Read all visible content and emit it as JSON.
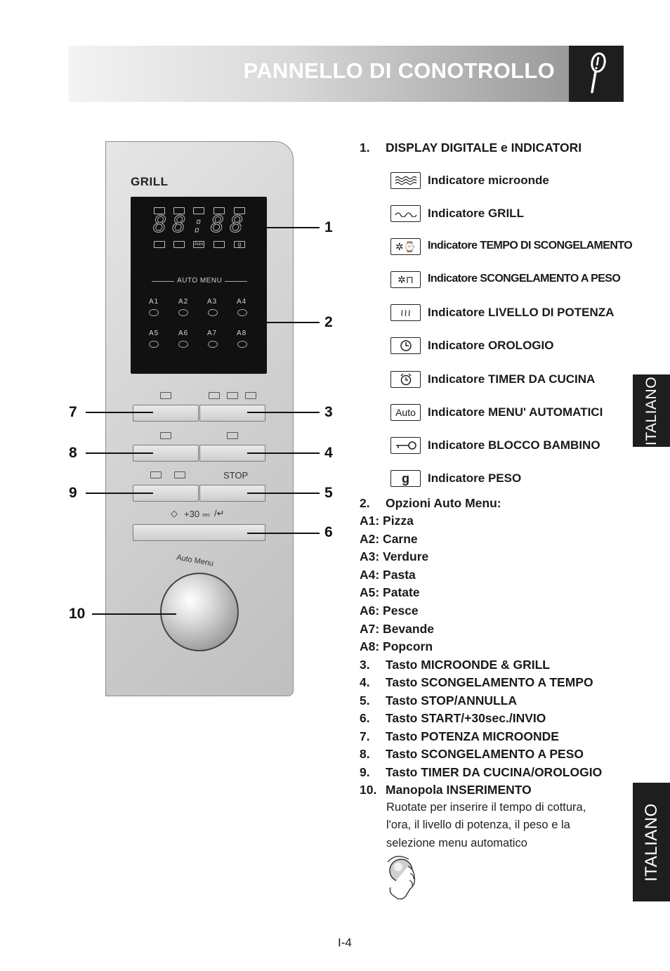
{
  "header": {
    "title": "PANNELLO DI CONOTROLLO"
  },
  "side_tabs": [
    "ITALIANO",
    "ITALIANO"
  ],
  "panel": {
    "label": "GRILL",
    "display_digits": "88:88",
    "auto_menu_label": "AUTO MENU",
    "auto_codes": [
      "A1",
      "A2",
      "A3",
      "A4",
      "A5",
      "A6",
      "A7",
      "A8"
    ],
    "stop_label": "STOP",
    "start_label": "+30",
    "start_sub": "sec",
    "knob_text": "Auto Menu",
    "top_indicator_icons": [
      "microwave-icon",
      "grill-icon",
      "defrost-time-icon",
      "defrost-weight-icon",
      "power-level-icon"
    ],
    "bottom_indicator_labels": [
      "",
      "",
      "Auto",
      "",
      "g"
    ]
  },
  "callouts": [
    "1",
    "2",
    "3",
    "4",
    "5",
    "6",
    "7",
    "8",
    "9",
    "10"
  ],
  "section1": {
    "num": "1.",
    "title": "DISPLAY DIGITALE e INDICATORI",
    "indicators": [
      {
        "icon": "microwave-icon",
        "box_text": "",
        "label": "Indicatore microonde"
      },
      {
        "icon": "grill-icon",
        "box_text": "",
        "label": "Indicatore GRILL"
      },
      {
        "icon": "defrost-time-icon",
        "box_text": "",
        "label": "Indicatore TEMPO DI SCONGELAMENTO"
      },
      {
        "icon": "defrost-weight-icon",
        "box_text": "",
        "label": "Indicatore SCONGELAMENTO A PESO"
      },
      {
        "icon": "power-level-icon",
        "box_text": "",
        "label": "Indicatore LIVELLO DI POTENZA"
      },
      {
        "icon": "clock-icon",
        "box_text": "",
        "label": "Indicatore OROLOGIO"
      },
      {
        "icon": "alarm-timer-icon",
        "box_text": "",
        "label": "Indicatore TIMER DA CUCINA"
      },
      {
        "icon": "auto-icon",
        "box_text": "Auto",
        "label": "Indicatore MENU' AUTOMATICI"
      },
      {
        "icon": "key-lock-icon",
        "box_text": "",
        "label": "Indicatore BLOCCO BAMBINO"
      },
      {
        "icon": "weight-icon",
        "box_text": "g",
        "label": "Indicatore PESO"
      }
    ]
  },
  "section2": {
    "num": "2.",
    "title": "Opzioni Auto Menu:",
    "items": [
      "A1: Pizza",
      "A2: Carne",
      "A3: Verdure",
      "A4: Pasta",
      "A5: Patate",
      "A6: Pesce",
      "A7: Bevande",
      "A8: Popcorn"
    ]
  },
  "keys": [
    {
      "num": "3.",
      "text": "Tasto MICROONDE & GRILL"
    },
    {
      "num": "4.",
      "text": "Tasto SCONGELAMENTO A TEMPO"
    },
    {
      "num": "5.",
      "text": "Tasto STOP/ANNULLA"
    },
    {
      "num": "6.",
      "text": "Tasto START/+30sec./INVIO"
    },
    {
      "num": "7.",
      "text": "Tasto POTENZA MICROONDE"
    },
    {
      "num": "8.",
      "text": "Tasto SCONGELAMENTO A PESO"
    },
    {
      "num": "9.",
      "text": "Tasto TIMER DA CUCINA/OROLOGIO"
    },
    {
      "num": "10.",
      "text": "Manopola INSERIMENTO"
    }
  ],
  "knob_description": [
    "Ruotate per inserire il tempo di cottura,",
    "l'ora, il livello di potenza, il peso e la",
    "selezione menu automatico"
  ],
  "page_number": "I-4"
}
